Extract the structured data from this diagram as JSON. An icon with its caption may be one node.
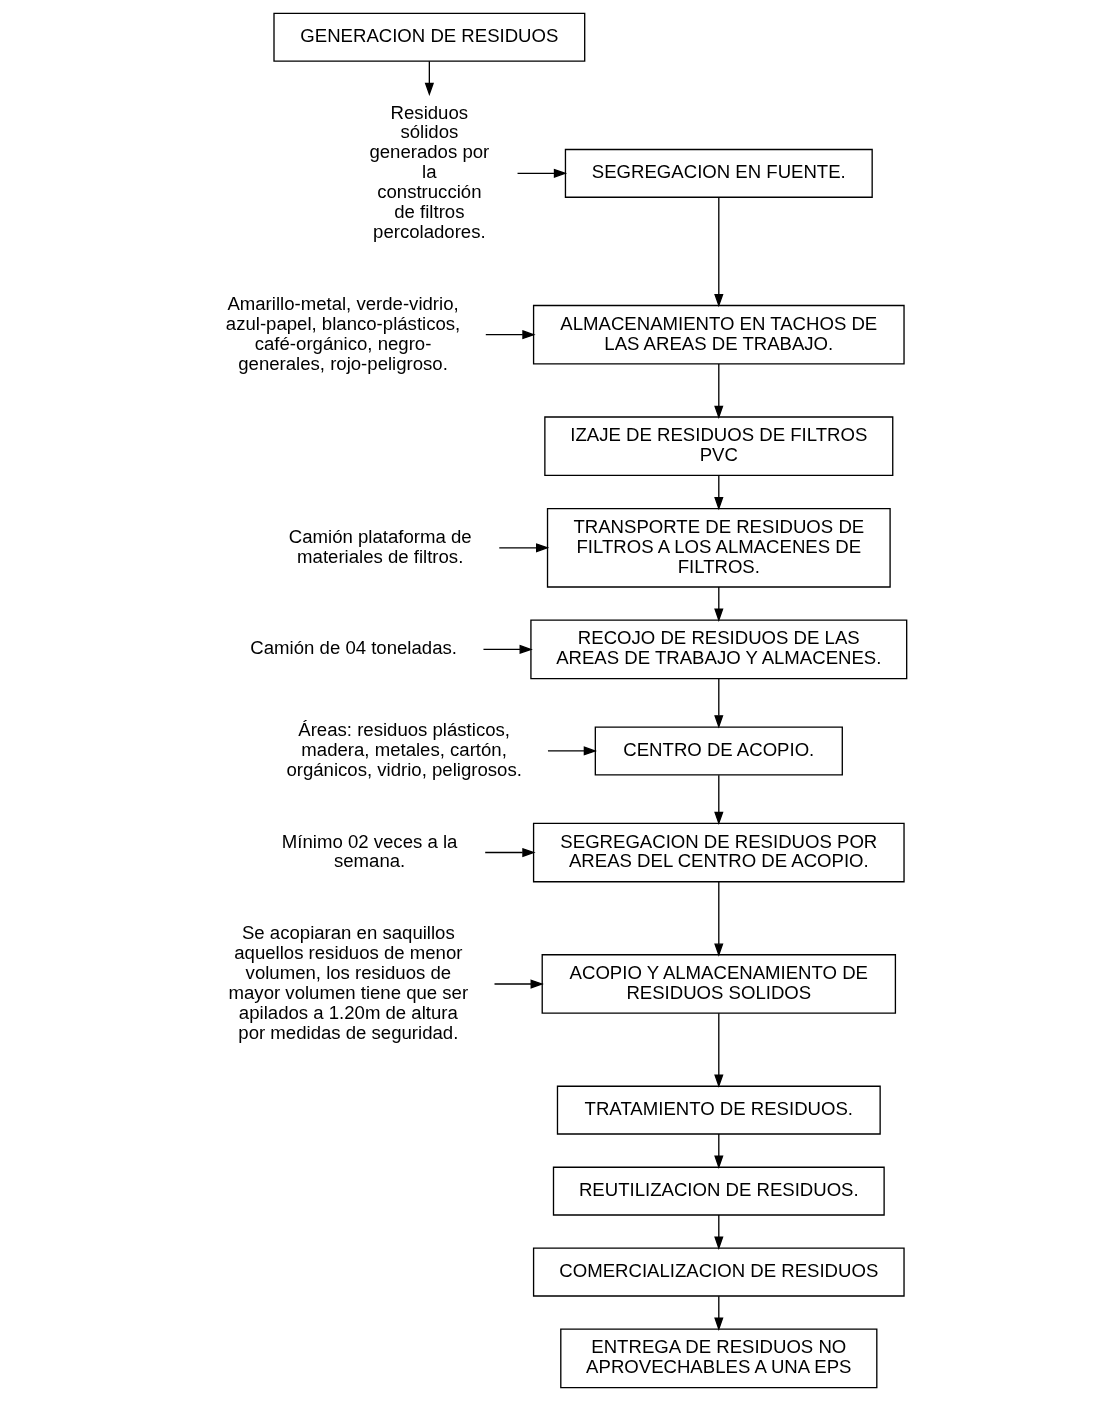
{
  "diagram": {
    "nodes": [
      {
        "text": [
          "GENERACION DE RESIDUOS"
        ]
      },
      {
        "text": [
          "Residuos sólidos generados por la construcción de filtros percoladores."
        ]
      },
      {
        "text": [
          "SEGREGACION EN FUENTE."
        ]
      },
      {
        "text": [
          "ALMACENAMIENTO EN TACHOS DE LAS AREAS DE TRABAJO."
        ]
      },
      {
        "text": [
          "Amarillo-metal, verde-vidrio, azul-papel, blanco-plásticos, café-orgánico, negro-generales, rojo-peligroso."
        ]
      },
      {
        "text": [
          "IZAJE DE RESIDUOS DE FILTROS PVC"
        ]
      },
      {
        "text": [
          "TRANSPORTE DE RESIDUOS DE FILTROS A LOS ALMACENES DE FILTROS."
        ]
      },
      {
        "text": [
          "Camión plataforma de materiales de filtros."
        ]
      },
      {
        "text": [
          "RECOJO DE RESIDUOS DE LAS AREAS DE TRABAJO Y ALMACENES."
        ]
      },
      {
        "text": [
          "Camión de 04 toneladas."
        ]
      },
      {
        "text": [
          "CENTRO DE ACOPIO."
        ]
      },
      {
        "text": [
          "Áreas: residuos plásticos, madera, metales, cartón, orgánicos, vidrio, peligrosos."
        ]
      },
      {
        "text": [
          "SEGREGACION DE RESIDUOS POR AREAS DEL CENTRO DE ACOPIO."
        ]
      },
      {
        "text": [
          "Mínimo 02 veces a la semana."
        ]
      },
      {
        "text": [
          "ACOPIO Y ALMACENAMIENTO DE RESIDUOS SOLIDOS"
        ]
      },
      {
        "text": [
          "Se acopiaran en saquillos aquellos residuos de menor volumen, los residuos de mayor volumen tiene que ser apilados a 1.20m de altura por medidas de seguridad."
        ]
      },
      {
        "text": [
          "TRATAMIENTO DE RESIDUOS."
        ]
      },
      {
        "text": [
          "REUTILIZACION DE RESIDUOS."
        ]
      },
      {
        "text": [
          "COMERCIALIZACION DE RESIDUOS"
        ]
      },
      {
        "text": [
          "ENTREGA DE RESIDUOS NO APROVECHABLES A UNA EPS"
        ]
      }
    ],
    "edges": [
      {
        "from": 0,
        "to": 1,
        "arrow": "to"
      },
      {
        "from": 1,
        "to": 2,
        "arrow": "to"
      },
      {
        "from": 2,
        "to": 3,
        "arrow": "to"
      },
      {
        "from": 4,
        "to": 3,
        "arrow": "to"
      },
      {
        "from": 3,
        "to": 5,
        "arrow": "to"
      },
      {
        "from": 5,
        "to": 6,
        "arrow": "to"
      },
      {
        "from": 7,
        "to": 6,
        "arrow": "to"
      },
      {
        "from": 6,
        "to": 8,
        "arrow": "to"
      },
      {
        "from": 9,
        "to": 8,
        "arrow": "to"
      },
      {
        "from": 8,
        "to": 10,
        "arrow": "to"
      },
      {
        "from": 11,
        "to": 10,
        "arrow": "to"
      },
      {
        "from": 10,
        "to": 12,
        "arrow": "to"
      },
      {
        "from": 13,
        "to": 12,
        "arrow": "to"
      },
      {
        "from": 12,
        "to": 14,
        "arrow": "to"
      },
      {
        "from": 15,
        "to": 14,
        "arrow": "to"
      },
      {
        "from": 14,
        "to": 16,
        "arrow": "to"
      },
      {
        "from": 16,
        "to": 17,
        "arrow": "to"
      },
      {
        "from": 17,
        "to": 18,
        "arrow": "to"
      },
      {
        "from": 18,
        "to": 19,
        "arrow": "to"
      }
    ]
  }
}
